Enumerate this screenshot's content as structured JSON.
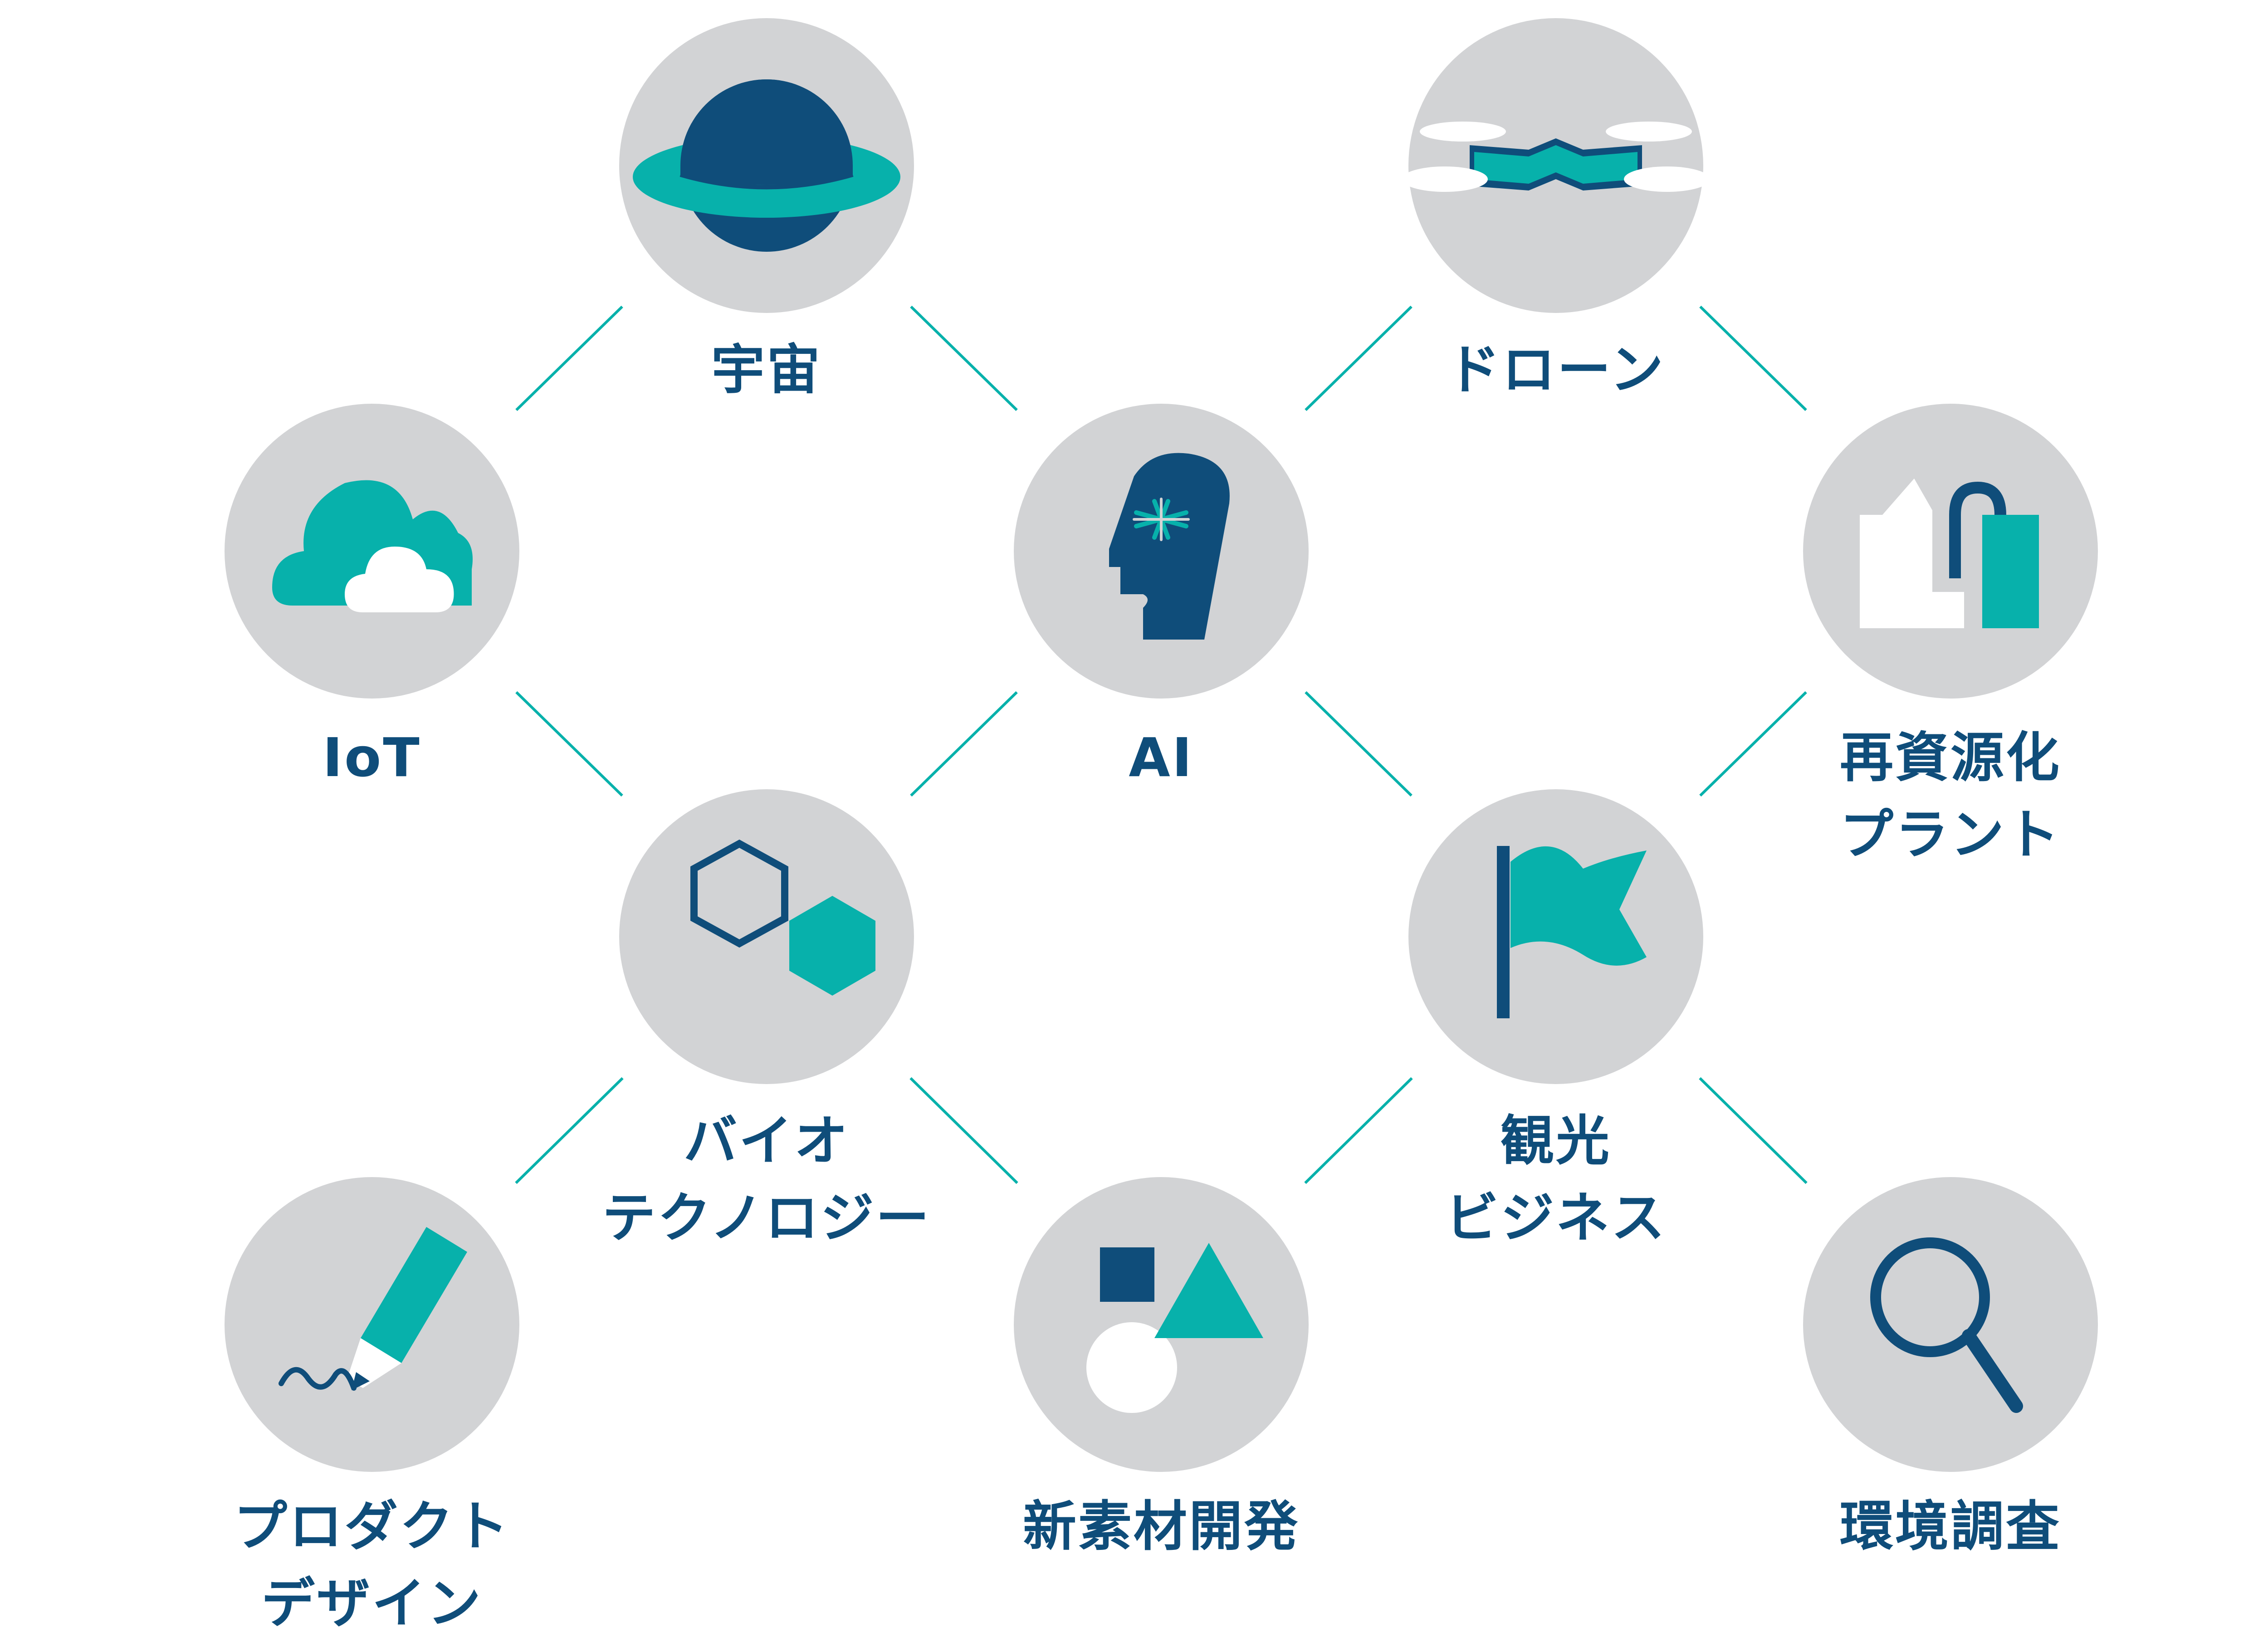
{
  "colors": {
    "navy": "#0f4d7a",
    "teal": "#07b1ab",
    "circle": "#d2d3d5",
    "line": "#07b1ab",
    "white": "#ffffff"
  },
  "nodes": [
    {
      "id": "space",
      "icon": "planet-icon",
      "label_lines": [
        "宇宙"
      ]
    },
    {
      "id": "drone",
      "icon": "drone-icon",
      "label_lines": [
        "ドローン"
      ]
    },
    {
      "id": "iot",
      "icon": "cloud-icon",
      "label_lines": [
        "IoT"
      ]
    },
    {
      "id": "ai",
      "icon": "head-icon",
      "label_lines": [
        "AI"
      ]
    },
    {
      "id": "recycle",
      "icon": "factory-icon",
      "label_lines": [
        "再資源化",
        "プラント"
      ]
    },
    {
      "id": "bio",
      "icon": "hexagon-icon",
      "label_lines": [
        "バイオ",
        "テクノロジー"
      ]
    },
    {
      "id": "tourism",
      "icon": "flag-icon",
      "label_lines": [
        "観光",
        "ビジネス"
      ]
    },
    {
      "id": "product",
      "icon": "pen-icon",
      "label_lines": [
        "プロダクト",
        "デザイン"
      ]
    },
    {
      "id": "material",
      "icon": "shapes-icon",
      "label_lines": [
        "新素材開発"
      ]
    },
    {
      "id": "environment",
      "icon": "magnifier-icon",
      "label_lines": [
        "環境調査"
      ]
    }
  ],
  "edges": [
    [
      "iot",
      "space"
    ],
    [
      "space",
      "ai"
    ],
    [
      "ai",
      "drone"
    ],
    [
      "drone",
      "recycle"
    ],
    [
      "iot",
      "bio"
    ],
    [
      "bio",
      "ai"
    ],
    [
      "ai",
      "tourism"
    ],
    [
      "tourism",
      "recycle"
    ],
    [
      "product",
      "bio"
    ],
    [
      "bio",
      "material"
    ],
    [
      "material",
      "tourism"
    ],
    [
      "tourism",
      "environment"
    ]
  ]
}
